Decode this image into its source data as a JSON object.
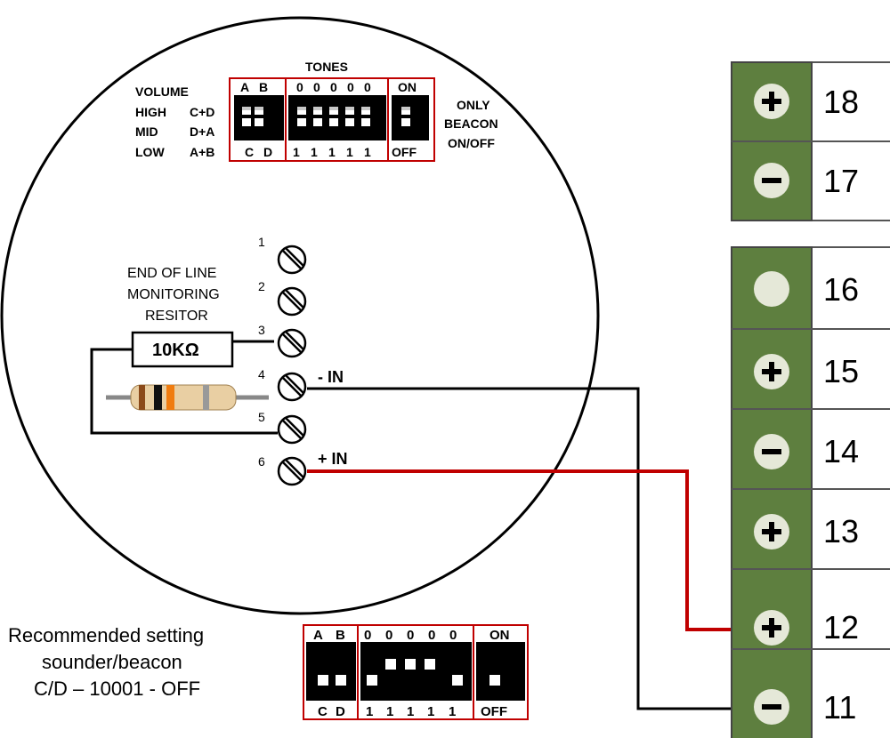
{
  "sounder": {
    "tones_label": "TONES",
    "volume": {
      "title": "VOLUME",
      "high": "HIGH",
      "high_combo": "C+D",
      "mid": "MID",
      "mid_combo": "D+A",
      "low": "LOW",
      "low_combo": "A+B"
    },
    "dip_top": {
      "vol_on": [
        "A",
        "B"
      ],
      "vol_off": [
        "C",
        "D"
      ],
      "tones_on": [
        "0",
        "0",
        "0",
        "0",
        "0"
      ],
      "tones_off": [
        "1",
        "1",
        "1",
        "1",
        "1"
      ],
      "beacon_on": "ON",
      "beacon_off": "OFF"
    },
    "beacon_label": [
      "ONLY",
      "BEACON",
      "ON/OFF"
    ],
    "eol_label": [
      "END OF LINE",
      "MONITORING",
      "RESITOR"
    ],
    "resistor_value": "10KΩ",
    "terminals": [
      "1",
      "2",
      "3",
      "4",
      "5",
      "6"
    ],
    "minus_in": "- IN",
    "plus_in": "+ IN"
  },
  "recommended": {
    "lines": [
      "Recommended setting",
      "sounder/beacon",
      "C/D – 10001 - OFF"
    ],
    "dip": {
      "vol_on": [
        "A",
        "B"
      ],
      "vol_off": [
        "C",
        "D"
      ],
      "tones_on": [
        "0",
        "0",
        "0",
        "0",
        "0"
      ],
      "tones_off": [
        "1",
        "1",
        "1",
        "1",
        "1"
      ],
      "beacon_on": "ON",
      "beacon_off": "OFF"
    }
  },
  "panel": {
    "top_block": [
      {
        "symbol": "plus",
        "number": "18"
      },
      {
        "symbol": "minus",
        "number": "17"
      }
    ],
    "bottom_block": [
      {
        "symbol": "blank",
        "number": "16"
      },
      {
        "symbol": "plus",
        "number": "15"
      },
      {
        "symbol": "minus",
        "number": "14"
      },
      {
        "symbol": "plus",
        "number": "13"
      },
      {
        "symbol": "plus",
        "number": "12"
      },
      {
        "symbol": "minus",
        "number": "11"
      }
    ]
  },
  "colors": {
    "panel_green": "#5e7f3f",
    "red_wire": "#c00000",
    "switch_border": "#c00000"
  }
}
